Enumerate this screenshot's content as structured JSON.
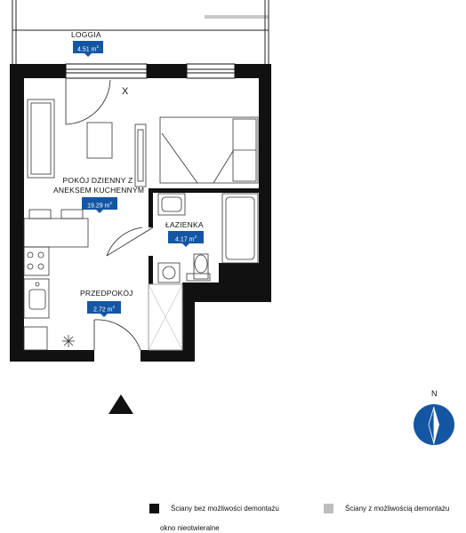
{
  "rooms": {
    "loggia": {
      "name": "LOGGIA",
      "area": "4.51 m",
      "unit_sup": "2"
    },
    "living": {
      "name_line1": "POKÓJ DZIENNY Z",
      "name_line2": "ANEKSEM KUCHENNYM",
      "area": "19.29 m",
      "unit_sup": "2"
    },
    "bathroom": {
      "name": "ŁAZIENKA",
      "area": "4.17 m",
      "unit_sup": "2"
    },
    "hall": {
      "name": "PRZEDPOKÓJ",
      "area": "2.72 m",
      "unit_sup": "2"
    }
  },
  "door_marker": "X",
  "compass": {
    "letter": "N"
  },
  "legend": {
    "fixed_walls": "Ściany bez możliwości demontażu",
    "removable_walls": "Ściany z możliwością demontażu",
    "window_note": "okno nieotwieralne"
  },
  "colors": {
    "wall": "#111111",
    "removable_wall": "#bdbdbd",
    "area_tag": "#1456a3",
    "compass": "#1456a3"
  }
}
